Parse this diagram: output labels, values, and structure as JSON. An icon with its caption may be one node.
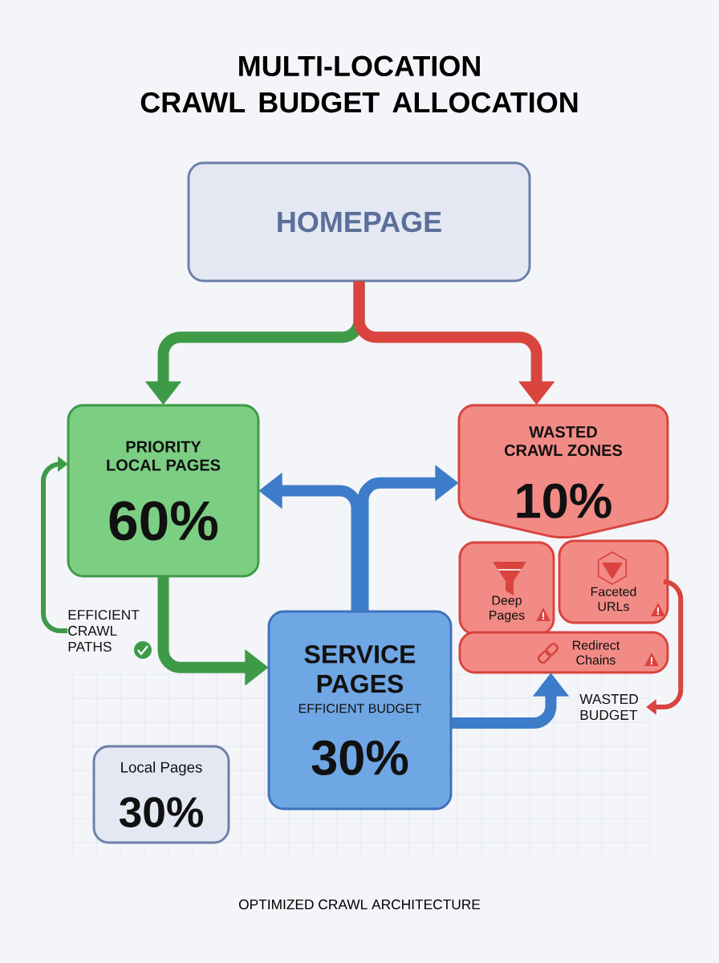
{
  "diagram": {
    "title": "MULTI-LOCATION CRAWL BUDGET ALLOCATION",
    "caption": "OPTIMIZED CRAWL ARCHITECTURE",
    "nodes": [
      {
        "text": [
          "HOMEPAGE"
        ]
      },
      {
        "text": [
          "PRIORITY LOCAL PAGES",
          "60%"
        ]
      },
      {
        "text": [
          "WASTED CRAWL ZONES",
          "10%"
        ]
      },
      {
        "text": [
          "Deep Pages"
        ]
      },
      {
        "text": [
          "Faceted URLs"
        ]
      },
      {
        "text": [
          "Redirect Chains"
        ]
      },
      {
        "text": [
          "SERVICE PAGES",
          "EFFICIENT BUDGET",
          "30%"
        ]
      },
      {
        "text": [
          "Local Pages",
          "30%"
        ]
      },
      {
        "text": [
          "EFFICIENT CRAWL PATHS"
        ]
      },
      {
        "text": [
          "WASTED BUDGET"
        ]
      }
    ],
    "edges": [
      {
        "from": 0,
        "to": 1,
        "arrow": "to",
        "color": "#3f9a48"
      },
      {
        "from": 0,
        "to": 2,
        "arrow": "to",
        "color": "#d9443e"
      },
      {
        "from": 1,
        "to": 6,
        "arrow": "to",
        "color": "#3f9a48"
      },
      {
        "from": 6,
        "to": 1,
        "arrow": "to",
        "color": "#3d7cc9"
      },
      {
        "from": 6,
        "to": 2,
        "arrow": "to",
        "color": "#3d7cc9"
      },
      {
        "from": 6,
        "to": 5,
        "arrow": "to",
        "color": "#3d7cc9"
      },
      {
        "from": 8,
        "to": 1,
        "arrow": "to",
        "color": "#3f9a48"
      },
      {
        "from": 4,
        "to": 9,
        "arrow": "to",
        "color": "#d9443e"
      }
    ]
  }
}
